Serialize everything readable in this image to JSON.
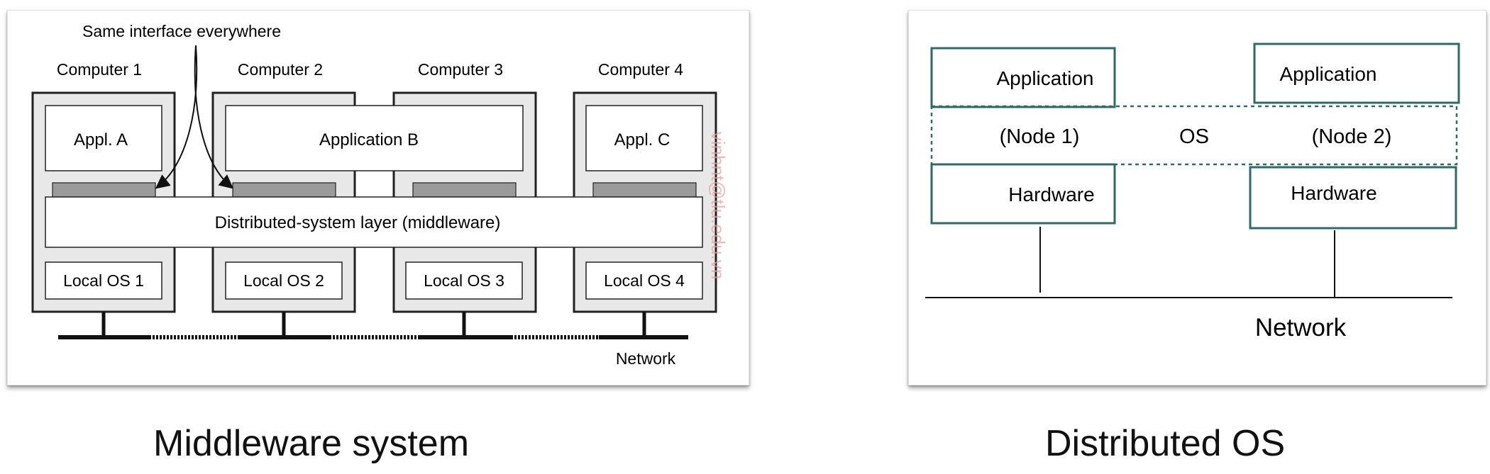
{
  "middleware": {
    "annotation": "Same interface everywhere",
    "computers": [
      "Computer 1",
      "Computer 2",
      "Computer 3",
      "Computer 4"
    ],
    "appl_a": "Appl. A",
    "application_b": "Application B",
    "appl_c": "Appl. C",
    "middleware_layer": "Distributed-system layer (middleware)",
    "local_os": [
      "Local OS 1",
      "Local OS 2",
      "Local OS 3",
      "Local OS 4"
    ],
    "network": "Network",
    "watermark": "vinhnt@tlu.edu.vn",
    "caption": "Middleware system"
  },
  "distributed_os": {
    "app_left": "Application",
    "app_right": "Application",
    "node1": "(Node 1)",
    "os": "OS",
    "node2": "(Node 2)",
    "hw_left": "Hardware",
    "hw_right": "Hardware",
    "network": "Network",
    "caption": "Distributed OS"
  },
  "colors": {
    "teal": "#2e6b66",
    "box_fill": "#e8e8e8",
    "grey_tab": "#9a9a9a"
  }
}
